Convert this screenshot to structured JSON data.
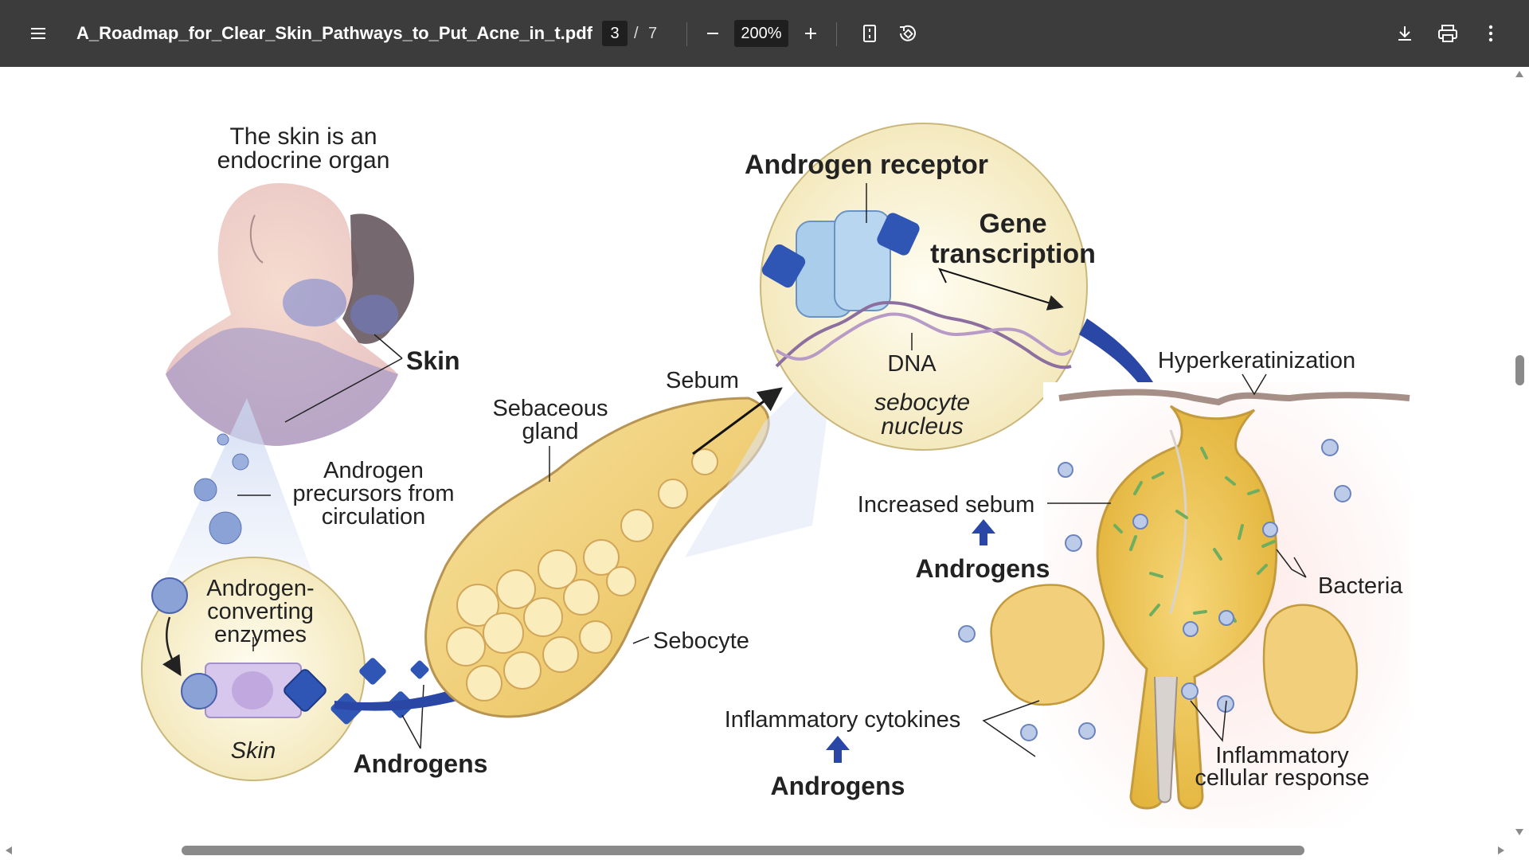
{
  "toolbar": {
    "file_name": "A_Roadmap_for_Clear_Skin_Pathways_to_Put_Acne_in_t.pdf",
    "current_page": "3",
    "page_separator": "/",
    "total_pages": "7",
    "zoom_level": "200%",
    "icons": [
      "menu-icon",
      "minus-icon",
      "plus-icon",
      "fit-page-icon",
      "rotate-icon",
      "download-icon",
      "print-icon",
      "more-vert-icon"
    ]
  },
  "figure": {
    "endocrine_title_line1": "The skin is an",
    "endocrine_title_line2": "endocrine organ",
    "skin_label": "Skin",
    "precursors_line1": "Androgen",
    "precursors_line2": "precursors from",
    "precursors_line3": "circulation",
    "enzymes_line1": "Androgen-",
    "enzymes_line2": "converting",
    "enzymes_line3": "enzymes",
    "inset_skin_label": "Skin",
    "androgens_bottom_left": "Androgens",
    "sebaceous_line1": "Sebaceous",
    "sebaceous_line2": "gland",
    "sebum_label": "Sebum",
    "sebocyte_label": "Sebocyte",
    "receptor_label": "Androgen receptor",
    "gene_line1": "Gene",
    "gene_line2": "transcription",
    "dna_label": "DNA",
    "nucleus_line1": "sebocyte",
    "nucleus_line2": "nucleus",
    "hyperkeratinization": "Hyperkeratinization",
    "increased_sebum": "Increased sebum",
    "androgens_middle": "Androgens",
    "bacteria": "Bacteria",
    "cytokines": "Inflammatory cytokines",
    "androgens_bottom_center": "Androgens",
    "cellular_line1": "Inflammatory",
    "cellular_line2": "cellular response"
  },
  "colors": {
    "toolbar_bg": "#3c3c3c",
    "accent_blue": "#2a47a6",
    "gland_yellow": "#f3d27a",
    "receptor_blue": "#a9cdeb",
    "dot_blue": "#7b92c9"
  }
}
